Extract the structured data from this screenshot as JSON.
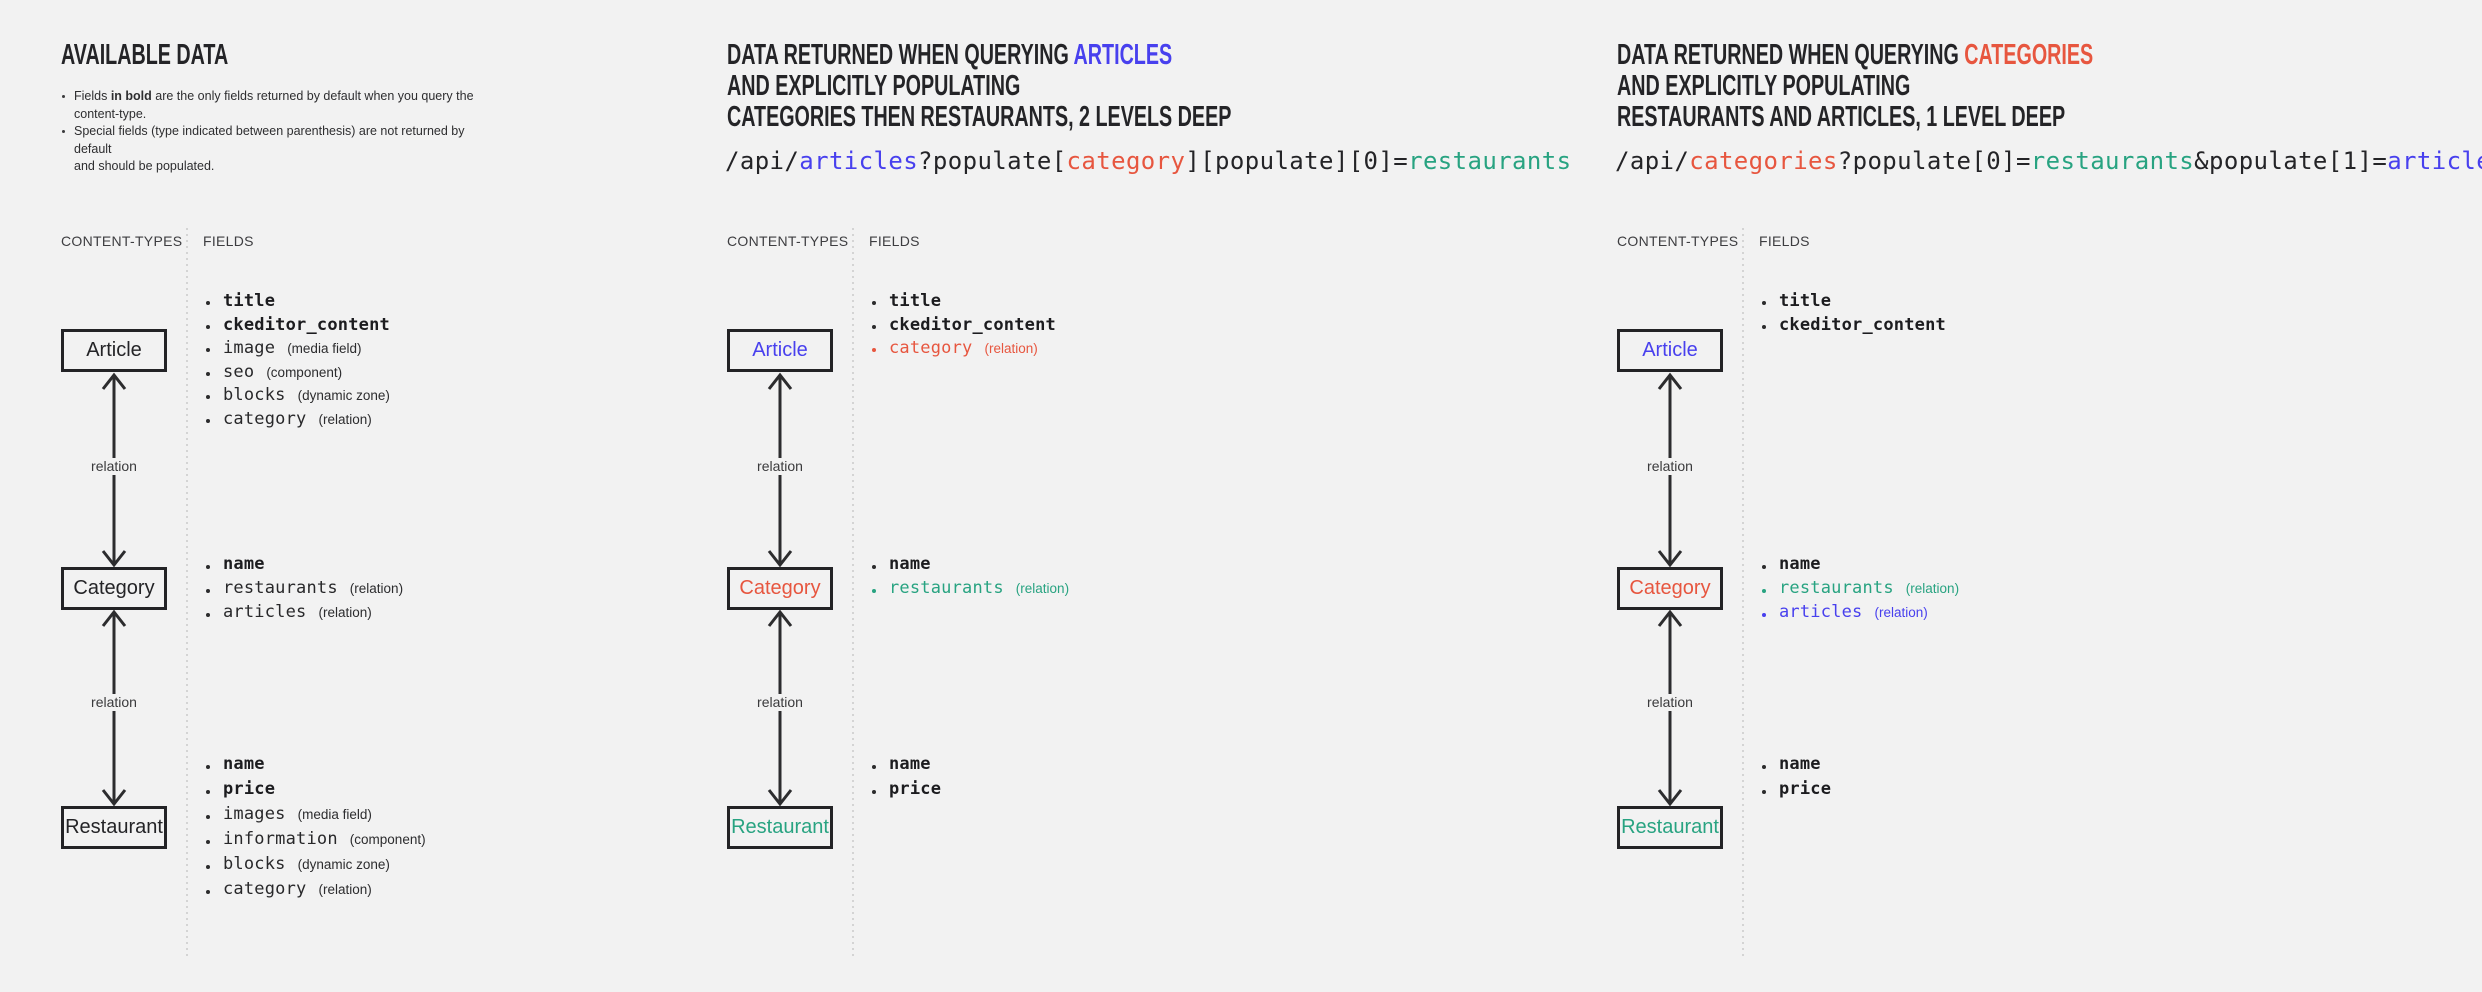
{
  "colors": {
    "dark": "#242427",
    "blue": "#4840ee",
    "red": "#e7563f",
    "teal": "#28a381"
  },
  "labels": {
    "content_types": "CONTENT-TYPES",
    "fields": "FIELDS",
    "relation": "relation"
  },
  "columns": [
    {
      "title": [
        [
          {
            "t": "AVAILABLE DATA",
            "c": "dark"
          }
        ]
      ],
      "notes": [
        [
          {
            "t": "Fields ",
            "b": false
          },
          {
            "t": "in bold",
            "b": true
          },
          {
            "t": " are the only fields returned by default when you query the content-type.",
            "b": false
          }
        ],
        [
          {
            "t": "Special fields (type indicated between parenthesis) are not returned by default\nand should be populated.",
            "b": false
          }
        ]
      ],
      "url": null,
      "boxes": [
        {
          "label": "Article",
          "color": "dark"
        },
        {
          "label": "Category",
          "color": "dark"
        },
        {
          "label": "Restaurant",
          "color": "dark"
        }
      ],
      "field_groups": [
        [
          {
            "name": "title",
            "bold": true,
            "c": "dark",
            "type": null
          },
          {
            "name": "ckeditor_content",
            "bold": true,
            "c": "dark",
            "type": null
          },
          {
            "name": "image",
            "bold": false,
            "c": "dark",
            "type": "(media field)"
          },
          {
            "name": "seo",
            "bold": false,
            "c": "dark",
            "type": "(component)"
          },
          {
            "name": "blocks",
            "bold": false,
            "c": "dark",
            "type": "(dynamic zone)"
          },
          {
            "name": "category",
            "bold": false,
            "c": "dark",
            "type": "(relation)"
          }
        ],
        [
          {
            "name": "name",
            "bold": true,
            "c": "dark",
            "type": null
          },
          {
            "name": "restaurants",
            "bold": false,
            "c": "dark",
            "type": "(relation)"
          },
          {
            "name": "articles",
            "bold": false,
            "c": "dark",
            "type": "(relation)"
          }
        ],
        [
          {
            "name": "name",
            "bold": true,
            "c": "dark",
            "type": null
          },
          {
            "name": "price",
            "bold": true,
            "c": "dark",
            "type": null
          },
          {
            "name": "images",
            "bold": false,
            "c": "dark",
            "type": "(media field)"
          },
          {
            "name": "information",
            "bold": false,
            "c": "dark",
            "type": "(component)"
          },
          {
            "name": "blocks",
            "bold": false,
            "c": "dark",
            "type": "(dynamic zone)"
          },
          {
            "name": "category",
            "bold": false,
            "c": "dark",
            "type": "(relation)"
          }
        ]
      ]
    },
    {
      "title": [
        [
          {
            "t": "DATA RETURNED WHEN QUERYING ",
            "c": "dark"
          },
          {
            "t": "ARTICLES",
            "c": "blue"
          }
        ],
        [
          {
            "t": "AND EXPLICITLY POPULATING",
            "c": "dark"
          }
        ],
        [
          {
            "t": "CATEGORIES THEN RESTAURANTS, 2 LEVELS DEEP",
            "c": "dark"
          }
        ]
      ],
      "notes": null,
      "url": [
        {
          "t": "/api/",
          "c": "dark"
        },
        {
          "t": "articles",
          "c": "blue"
        },
        {
          "t": "?populate[",
          "c": "dark"
        },
        {
          "t": "category",
          "c": "red"
        },
        {
          "t": "][populate][0]=",
          "c": "dark"
        },
        {
          "t": "restaurants",
          "c": "teal"
        }
      ],
      "boxes": [
        {
          "label": "Article",
          "color": "blue"
        },
        {
          "label": "Category",
          "color": "red"
        },
        {
          "label": "Restaurant",
          "color": "teal"
        }
      ],
      "field_groups": [
        [
          {
            "name": "title",
            "bold": true,
            "c": "dark",
            "type": null
          },
          {
            "name": "ckeditor_content",
            "bold": true,
            "c": "dark",
            "type": null
          },
          {
            "name": "category",
            "bold": false,
            "c": "red",
            "type": "(relation)"
          }
        ],
        [
          {
            "name": "name",
            "bold": true,
            "c": "dark",
            "type": null
          },
          {
            "name": "restaurants",
            "bold": false,
            "c": "teal",
            "type": "(relation)"
          }
        ],
        [
          {
            "name": "name",
            "bold": true,
            "c": "dark",
            "type": null
          },
          {
            "name": "price",
            "bold": true,
            "c": "dark",
            "type": null
          }
        ]
      ]
    },
    {
      "title": [
        [
          {
            "t": "DATA RETURNED WHEN QUERYING ",
            "c": "dark"
          },
          {
            "t": "CATEGORIES",
            "c": "red"
          }
        ],
        [
          {
            "t": "AND EXPLICITLY POPULATING",
            "c": "dark"
          }
        ],
        [
          {
            "t": "RESTAURANTS AND ARTICLES, 1 LEVEL DEEP",
            "c": "dark"
          }
        ]
      ],
      "notes": null,
      "url": [
        {
          "t": "/api/",
          "c": "dark"
        },
        {
          "t": "categories",
          "c": "red"
        },
        {
          "t": "?populate[0]=",
          "c": "dark"
        },
        {
          "t": "restaurants",
          "c": "teal"
        },
        {
          "t": "&populate[1]=",
          "c": "dark"
        },
        {
          "t": "articles",
          "c": "blue"
        }
      ],
      "boxes": [
        {
          "label": "Article",
          "color": "blue"
        },
        {
          "label": "Category",
          "color": "red"
        },
        {
          "label": "Restaurant",
          "color": "teal"
        }
      ],
      "field_groups": [
        [
          {
            "name": "title",
            "bold": true,
            "c": "dark",
            "type": null
          },
          {
            "name": "ckeditor_content",
            "bold": true,
            "c": "dark",
            "type": null
          }
        ],
        [
          {
            "name": "name",
            "bold": true,
            "c": "dark",
            "type": null
          },
          {
            "name": "restaurants",
            "bold": false,
            "c": "teal",
            "type": "(relation)"
          },
          {
            "name": "articles",
            "bold": false,
            "c": "blue",
            "type": "(relation)"
          }
        ],
        [
          {
            "name": "name",
            "bold": true,
            "c": "dark",
            "type": null
          },
          {
            "name": "price",
            "bold": true,
            "c": "dark",
            "type": null
          }
        ]
      ]
    }
  ]
}
